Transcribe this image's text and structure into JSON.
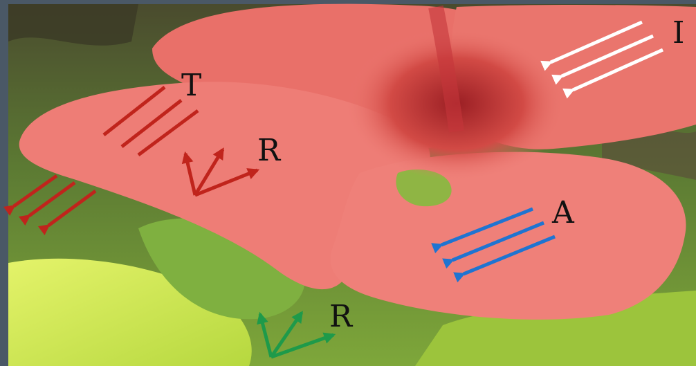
{
  "labels": {
    "incident": "I",
    "transmitted": "T",
    "reflected_top": "R",
    "absorbed": "A",
    "reflected_bottom": "R"
  },
  "colors": {
    "frame": "#4a5866",
    "background_leaves": "#6f9a3a",
    "bright_leaf": "#d6ee55",
    "petal": "#ec7a72",
    "petal_center": "#b8302c",
    "incident_arrows": "#ffffff",
    "transmitted_arrows": "#c0241c",
    "reflected_arrows_top": "#c0241c",
    "absorbed_arrows": "#1f74d1",
    "reflected_arrows_bottom": "#1e9a4a"
  }
}
